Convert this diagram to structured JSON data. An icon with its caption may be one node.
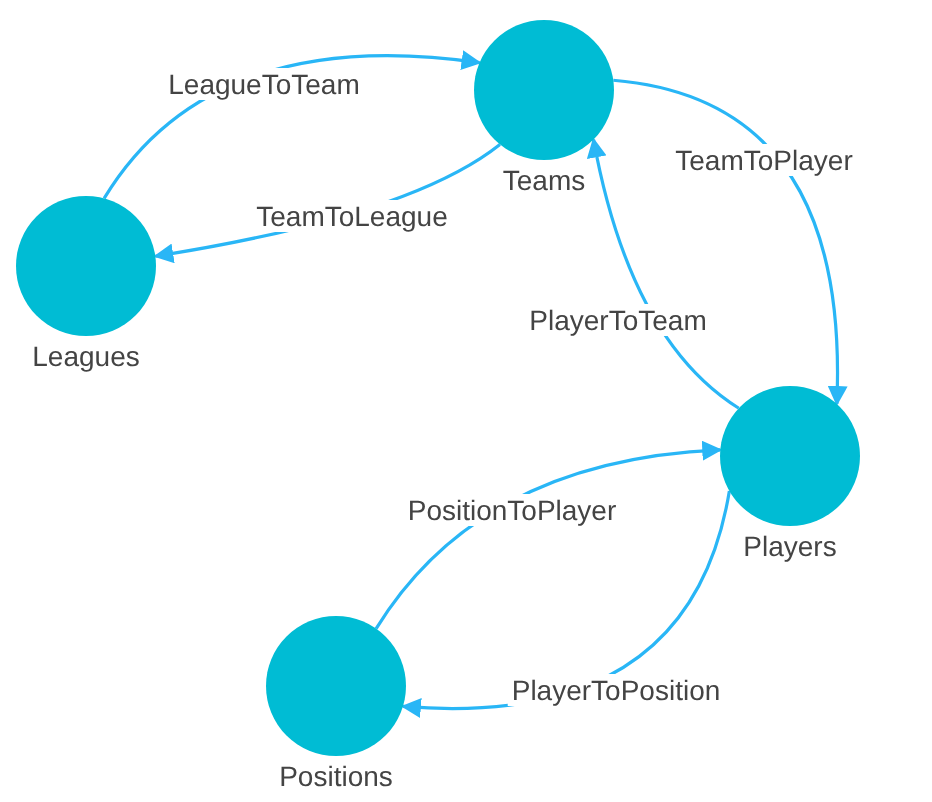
{
  "diagram": {
    "nodes": [
      {
        "text": [
          "Leagues"
        ]
      },
      {
        "text": [
          "Teams"
        ]
      },
      {
        "text": [
          "Players"
        ]
      },
      {
        "text": [
          "Positions"
        ]
      }
    ],
    "edges": [
      {
        "from": 0,
        "to": 1,
        "arrow": "to",
        "label": "LeagueToTeam"
      },
      {
        "from": 1,
        "to": 0,
        "arrow": "to",
        "label": "TeamToLeague"
      },
      {
        "from": 1,
        "to": 2,
        "arrow": "to",
        "label": "TeamToPlayer"
      },
      {
        "from": 2,
        "to": 1,
        "arrow": "to",
        "label": "PlayerToTeam"
      },
      {
        "from": 3,
        "to": 2,
        "arrow": "to",
        "label": "PositionToPlayer"
      },
      {
        "from": 2,
        "to": 3,
        "arrow": "to",
        "label": "PlayerToPosition"
      }
    ]
  }
}
